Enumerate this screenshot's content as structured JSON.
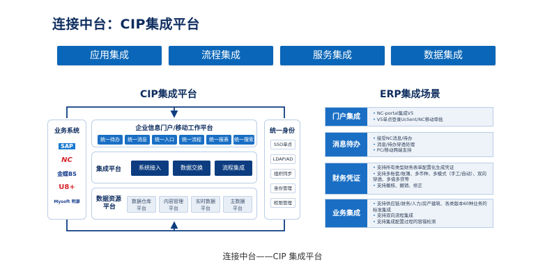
{
  "page_title": "连接中台：CIP集成平台",
  "top_tabs": [
    "应用集成",
    "流程集成",
    "服务集成",
    "数据集成"
  ],
  "cip": {
    "title": "CIP集成平台",
    "left_card": {
      "title": "业务系统",
      "logos": [
        "SAP",
        "NC",
        "金蝶BS",
        "U8+",
        "Mysoft 明源"
      ]
    },
    "portal": {
      "title": "企业信息门户/移动工作平台",
      "buttons": [
        "统一待办",
        "统一消息",
        "统一入口",
        "统一流程",
        "统一报表",
        "统一搜索"
      ]
    },
    "integration": {
      "label": "集成平台",
      "buttons": [
        "系统接入",
        "数据交换",
        "流程集成"
      ]
    },
    "data_platform": {
      "label_line1": "数据资源",
      "label_line2": "平台",
      "cells": [
        {
          "line1": "数据仓库",
          "line2": "平台"
        },
        {
          "line1": "内容管理",
          "line2": "平台"
        },
        {
          "line1": "实时数据",
          "line2": "平台"
        },
        {
          "line1": "主数据",
          "line2": "平台"
        }
      ]
    },
    "right_card": {
      "title": "统一身份",
      "items": [
        "SSO单点",
        "LDAP/AD",
        "组织同步",
        "身份管理",
        "权限管理"
      ]
    }
  },
  "erp": {
    "title": "ERP集成场景",
    "rows": [
      {
        "label": "门户集成",
        "items": [
          "NC-portal集成V5",
          "V5单点登录Uclient/NC移动审批"
        ]
      },
      {
        "label": "消息待办",
        "items": [
          "接受NC消息/待办",
          "消息/待办穿透处理",
          "PC/移动两端支持"
        ]
      },
      {
        "label": "财务凭证",
        "items": [
          "支持所有类型财务表单配置化生成凭证",
          "支持多账套/账簿、多币种、多模式（手工/自动）、双向穿透、多借多贷等",
          "支持撤核、撤销、修正"
        ]
      },
      {
        "label": "业务集成",
        "items": [
          "支持供应链/财务/人力/房产建筑、各类版本60种业务的标准集成",
          "支持双向流程集成",
          "支持集成配置过程的容错检测"
        ]
      }
    ]
  },
  "caption": "连接中台——CIP 集成平台",
  "colors": {
    "accent": "#0a66b8",
    "dark_blue": "#0d3d80",
    "title": "#0d2c5e",
    "sap": "#1a7bd1",
    "nc": "#d8232a",
    "kingdee": "#1a3f8f",
    "u8": "#d8232a"
  }
}
